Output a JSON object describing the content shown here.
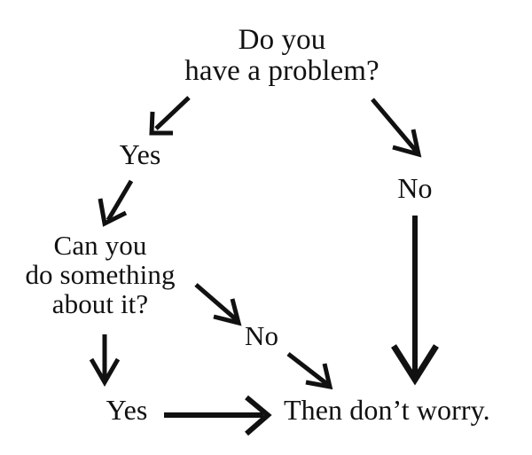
{
  "diagram": {
    "title": "Do you have a problem? flowchart",
    "type": "flowchart",
    "background_color": "#ffffff",
    "ink_color": "#111111",
    "nodes": {
      "question": {
        "line1": "Do you",
        "line2": "have a problem?"
      },
      "yes_top": "Yes",
      "no_right": "No",
      "can_you": {
        "line1": "Can you",
        "line2": "do something",
        "line3": "about it?"
      },
      "no_mid": "No",
      "yes_bottom": "Yes",
      "outcome": "Then don’t worry."
    },
    "edges": [
      {
        "name": "question-to-yes",
        "from": "question",
        "to": "yes_top",
        "direction": "down-left"
      },
      {
        "name": "question-to-no",
        "from": "question",
        "to": "no_right",
        "direction": "down-right"
      },
      {
        "name": "yes-to-can-you",
        "from": "yes_top",
        "to": "can_you",
        "direction": "down-left"
      },
      {
        "name": "no-to-outcome-long",
        "from": "no_right",
        "to": "outcome",
        "direction": "down"
      },
      {
        "name": "can-you-to-no",
        "from": "can_you",
        "to": "no_mid",
        "direction": "down-right"
      },
      {
        "name": "can-you-to-yes",
        "from": "can_you",
        "to": "yes_bottom",
        "direction": "down"
      },
      {
        "name": "no-to-outcome",
        "from": "no_mid",
        "to": "outcome",
        "direction": "down-right"
      },
      {
        "name": "yes-to-outcome",
        "from": "yes_bottom",
        "to": "outcome",
        "direction": "right"
      }
    ]
  }
}
